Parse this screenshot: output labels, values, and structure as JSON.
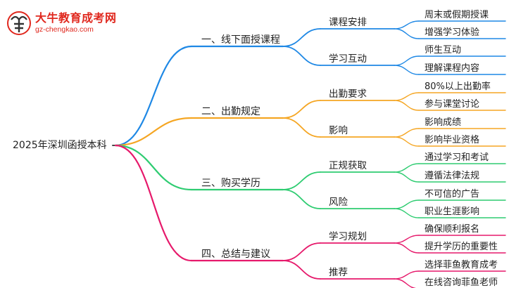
{
  "brand": {
    "title": "大牛教育成考网",
    "url": "gz-chengkao.com"
  },
  "root": "2025年深圳函授本科",
  "colors": {
    "branch1": "#1e88e5",
    "branch2": "#f5a623",
    "branch3": "#2ecc71",
    "branch4": "#e6196b",
    "root_line": "#4a4a4a",
    "logo": "#e0281e"
  },
  "branches": [
    {
      "label": "一、线下面授课程",
      "children": [
        {
          "label": "课程安排",
          "leaves": [
            "周末或假期授课",
            "增强学习体验"
          ]
        },
        {
          "label": "学习互动",
          "leaves": [
            "师生互动",
            "理解课程内容"
          ]
        }
      ]
    },
    {
      "label": "二、出勤规定",
      "children": [
        {
          "label": "出勤要求",
          "leaves": [
            "80%以上出勤率",
            "参与课堂讨论"
          ]
        },
        {
          "label": "影响",
          "leaves": [
            "影响成绩",
            "影响毕业资格"
          ]
        }
      ]
    },
    {
      "label": "三、购买学历",
      "children": [
        {
          "label": "正规获取",
          "leaves": [
            "通过学习和考试",
            "遵循法律法规"
          ]
        },
        {
          "label": "风险",
          "leaves": [
            "不可信的广告",
            "职业生涯影响"
          ]
        }
      ]
    },
    {
      "label": "四、总结与建议",
      "children": [
        {
          "label": "学习规划",
          "leaves": [
            "确保顺利报名",
            "提升学历的重要性"
          ]
        },
        {
          "label": "推荐",
          "leaves": [
            "选择菲鱼教育成考",
            "在线咨询菲鱼老师"
          ]
        }
      ]
    }
  ]
}
